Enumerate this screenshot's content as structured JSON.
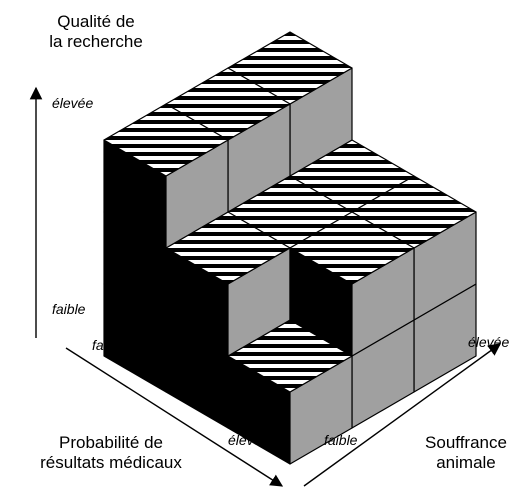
{
  "axes": {
    "quality": {
      "title_line1": "Qualité de",
      "title_line2": "la recherche",
      "high": "élevée",
      "low": "faible"
    },
    "probability": {
      "title_line1": "Probabilité de",
      "title_line2": "résultats médicaux",
      "low": "faible",
      "high": "élevée"
    },
    "suffering": {
      "title_line1": "Souffrance",
      "title_line2": "animale",
      "low": "faible",
      "high": "élevée"
    }
  },
  "colors": {
    "left_face": "#000000",
    "right_face": "#a0a0a0",
    "top_face_stripes": "#000000",
    "top_face_base": "#ffffff",
    "edges": "#000000"
  }
}
